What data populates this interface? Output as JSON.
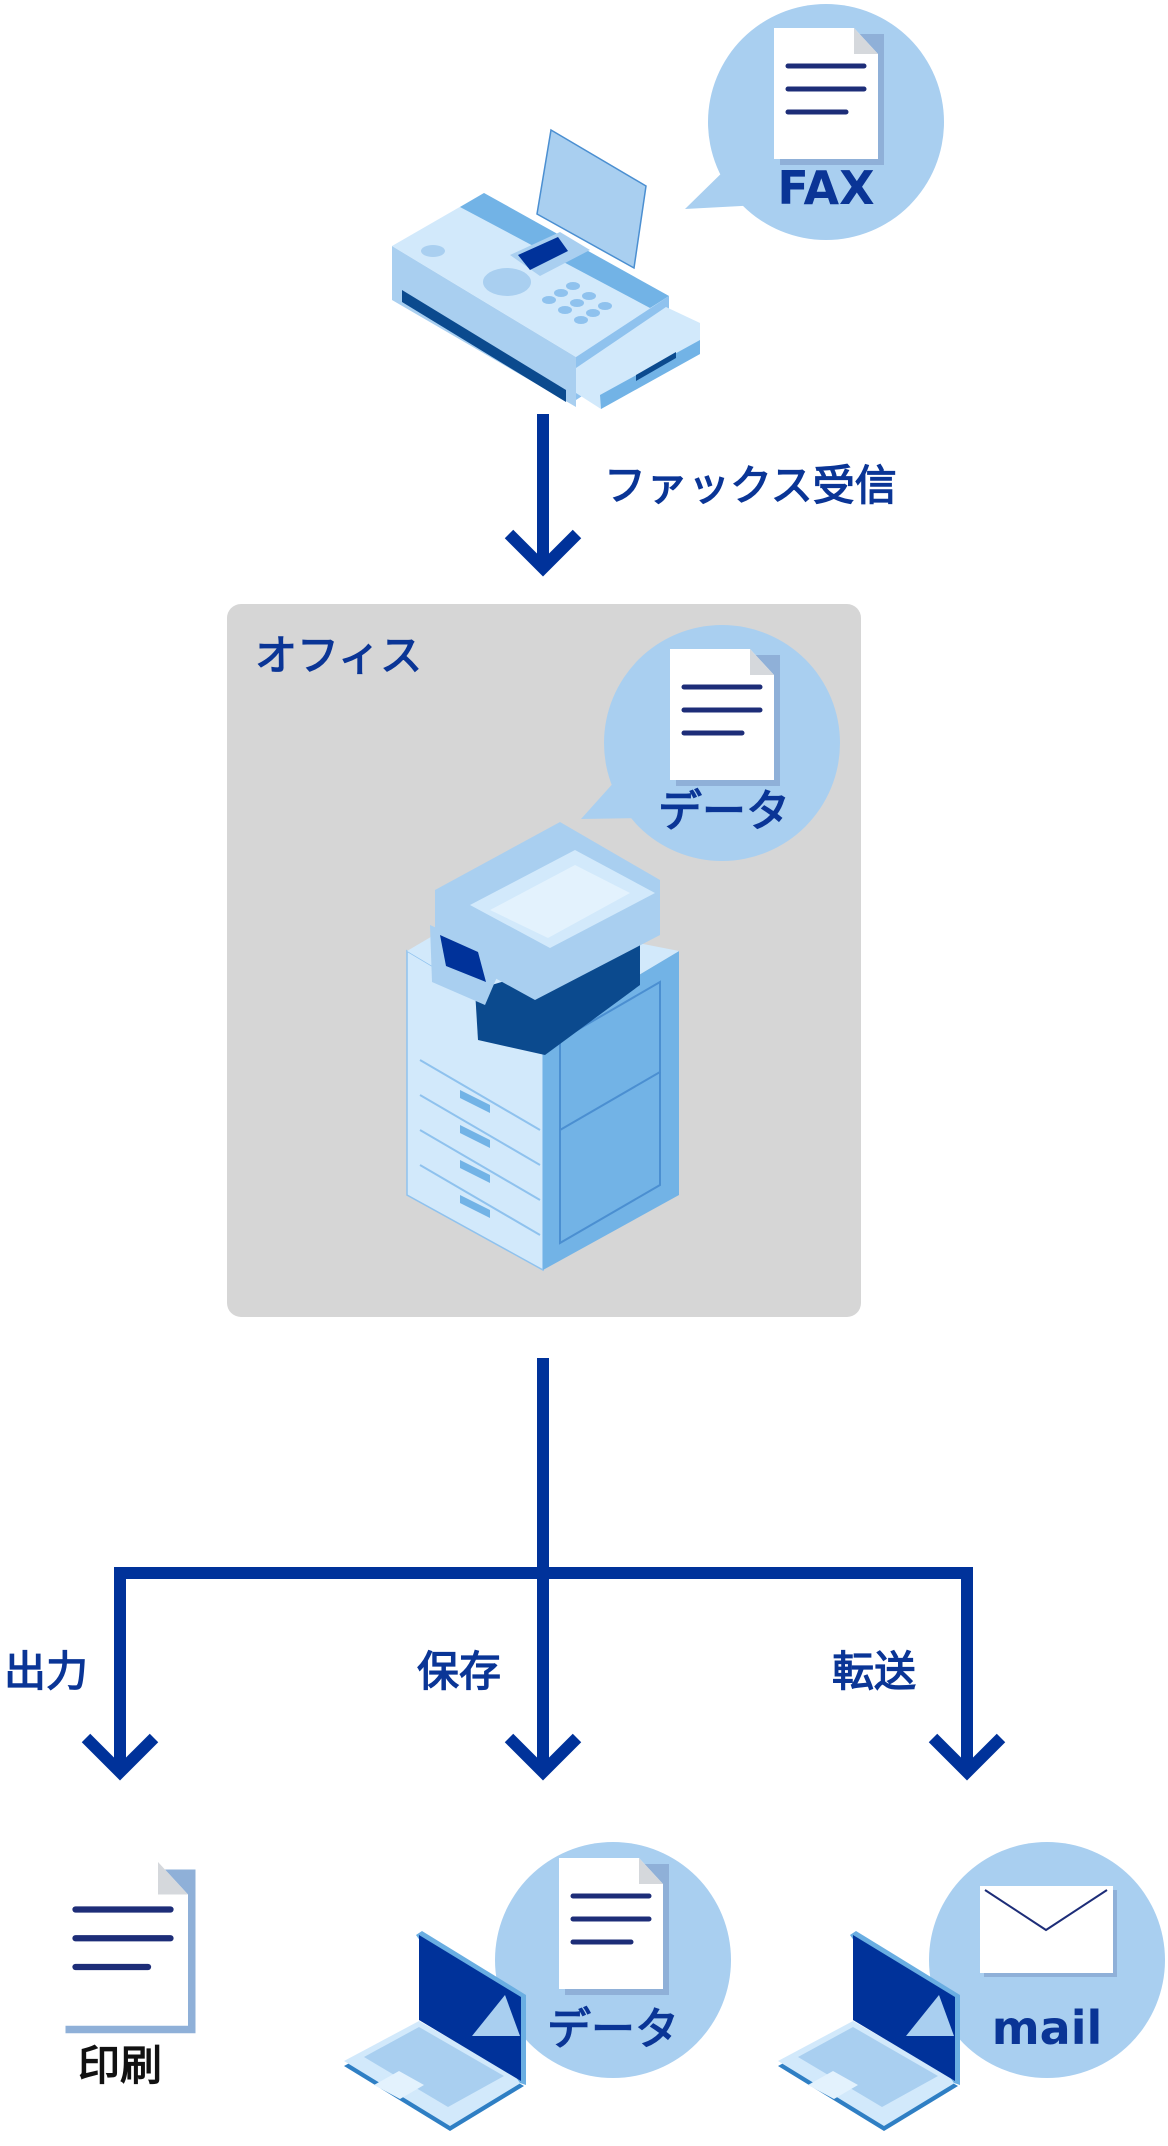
{
  "fax_bubble": {
    "label": "FAX",
    "icon": "document-icon"
  },
  "receive_label": "ファックス受信",
  "office": {
    "title": "オフィス",
    "bubble_label": "データ"
  },
  "branches": [
    {
      "label": "出力",
      "result_label": "印刷",
      "icon": "document-icon"
    },
    {
      "label": "保存",
      "result_label": "データ",
      "icon": "laptop-icon"
    },
    {
      "label": "転送",
      "result_label": "mail",
      "icon": "envelope-icon"
    }
  ],
  "colors": {
    "arrow": "#00329a",
    "text": "#0a3596",
    "bubble": "#a9cff0",
    "office_bg": "#d6d6d6"
  }
}
